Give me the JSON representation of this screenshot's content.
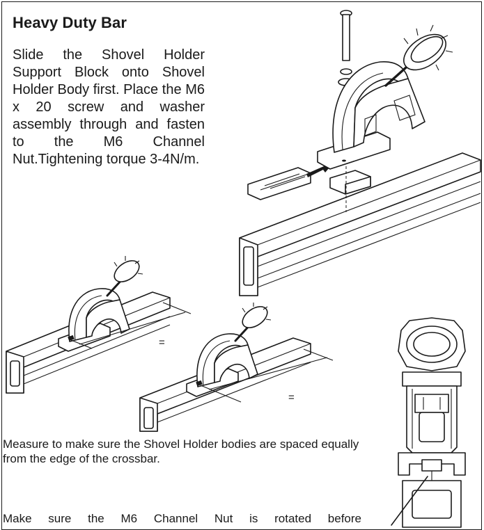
{
  "section": {
    "title": "Heavy Duty Bar",
    "instruction": "Slide the Shovel Holder Support Block onto Shovel Holder Body first.  Place the M6 x 20 screw and washer assembly through and fasten to the M6 Channel Nut.Tightening torque 3-4N/m."
  },
  "spacing_note": "Measure to make sure the Shovel Holder bodies are spaced equally from the edge of the crossbar.",
  "rotation_note": "Make sure the M6 Channel Nut is rotated before",
  "equal_marks": [
    "=",
    "="
  ],
  "icons": {
    "exploded": "shovel-holder-exploded-icon",
    "pair_left": "shovel-holder-on-bar-icon",
    "pair_right": "shovel-holder-on-bar-icon",
    "top_view": "shovel-holder-top-view-icon"
  }
}
